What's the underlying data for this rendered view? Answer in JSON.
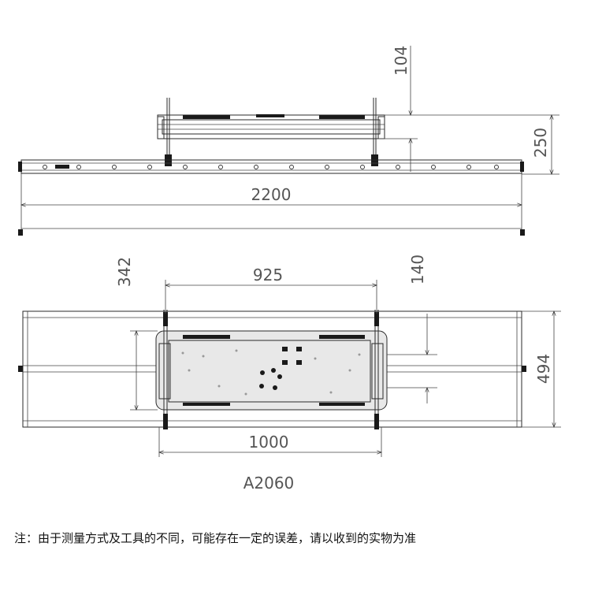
{
  "drawing": {
    "side_view": {
      "overall_length": "2200",
      "total_height": "250",
      "mount_height": "104"
    },
    "top_view": {
      "mount_spacing": "925",
      "mount_depth": "342",
      "bracket_offset": "140",
      "total_width": "494",
      "bracket_length": "1000",
      "model": "A2060"
    },
    "note": "注：由于测量方式及工具的不同，可能存在一定的误差，请以收到的实物为准"
  }
}
